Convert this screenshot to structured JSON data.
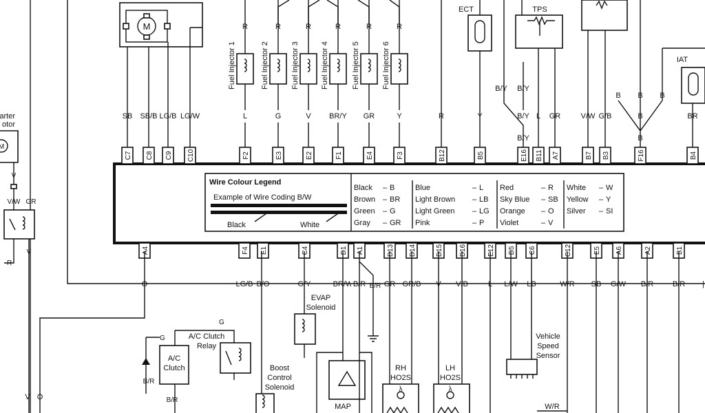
{
  "pins_top": [
    {
      "id": "C7",
      "wire": "SB"
    },
    {
      "id": "C8",
      "wire": "SB/B"
    },
    {
      "id": "C9",
      "wire": "LG/B"
    },
    {
      "id": "C10",
      "wire": "LG/W"
    },
    {
      "id": "F2",
      "wire": "L"
    },
    {
      "id": "E3",
      "wire": "G"
    },
    {
      "id": "E2",
      "wire": "V"
    },
    {
      "id": "F1",
      "wire": "BR/Y"
    },
    {
      "id": "E4",
      "wire": "GR"
    },
    {
      "id": "F3",
      "wire": "Y"
    },
    {
      "id": "B12",
      "wire": "R"
    },
    {
      "id": "B5",
      "wire": "Y"
    },
    {
      "id": "E16",
      "wire": "B/Y"
    },
    {
      "id": "B11",
      "wire": "L"
    },
    {
      "id": "A7",
      "wire": "GR"
    },
    {
      "id": "B7",
      "wire": "V/W"
    },
    {
      "id": "B3",
      "wire": "G/B"
    },
    {
      "id": "F16",
      "wire": "B"
    },
    {
      "id": "B4",
      "wire": "BR"
    }
  ],
  "pins_bottom": [
    {
      "id": "A4",
      "wire": "O"
    },
    {
      "id": "F4",
      "wire": "LG/B"
    },
    {
      "id": "E1",
      "wire": "B/O"
    },
    {
      "id": "C4",
      "wire": "G/Y"
    },
    {
      "id": "D1",
      "wire": "BR/W"
    },
    {
      "id": "A1",
      "wire": "B/R"
    },
    {
      "id": "D13",
      "wire": "GR"
    },
    {
      "id": "D14",
      "wire": "GR/B"
    },
    {
      "id": "D15",
      "wire": "V"
    },
    {
      "id": "D16",
      "wire": "V/B"
    },
    {
      "id": "E12",
      "wire": "L"
    },
    {
      "id": "D5",
      "wire": "L/W"
    },
    {
      "id": "C6",
      "wire": "LB"
    },
    {
      "id": "C12",
      "wire": "W/R"
    },
    {
      "id": "E5",
      "wire": "SB"
    },
    {
      "id": "A6",
      "wire": "G/W"
    },
    {
      "id": "A2",
      "wire": "B/R"
    },
    {
      "id": "B1",
      "wire": "B/R"
    }
  ],
  "injectors": [
    {
      "label": "Fuel Injector 1",
      "supply": "R"
    },
    {
      "label": "Fuel Injector 2",
      "supply": "R"
    },
    {
      "label": "Fuel Injector 3",
      "supply": "R"
    },
    {
      "label": "Fuel Injector 4",
      "supply": "R"
    },
    {
      "label": "Fuel Injector 5",
      "supply": "R"
    },
    {
      "label": "Fuel Injector 6",
      "supply": "R"
    }
  ],
  "components": {
    "ect": "ECT",
    "tps": "TPS",
    "iat": "IAT",
    "starter_a": "arter",
    "starter_b": "otor",
    "motor_glyph": "M",
    "evap_a": "EVAP",
    "evap_b": "Solenoid",
    "acrelay_a": "A/C Clutch",
    "acrelay_b": "Relay",
    "acclutch_a": "A/C",
    "acclutch_b": "Clutch",
    "boost_a": "Boost",
    "boost_b": "Control",
    "boost_c": "Solenoid",
    "map": "MAP",
    "rh_a": "RH",
    "rh_b": "HO2S",
    "lh_a": "LH",
    "lh_b": "HO2S",
    "lambda": "λ",
    "vss_a": "Vehicle",
    "vss_b": "Speed",
    "vss_c": "Sensor"
  },
  "misc_labels": {
    "tps_by1": "B/Y",
    "tps_by2": "B/Y",
    "tps_by3": "B/Y",
    "b1": "B",
    "b2": "B",
    "b3": "B",
    "b4": "B",
    "relay_v": "V",
    "relay_vw": "V/W",
    "relay_gr": "GR",
    "relay_v2": "V",
    "relay_r": "R",
    "a1_br": "B/R",
    "acr_g": "G",
    "acc_g": "G",
    "acc_br": "B/R",
    "acc_br2": "B/R",
    "bottom_v": "V",
    "bottom_o": "O",
    "bottom_wr": "W/R"
  },
  "legend": {
    "title": "Wire Colour Legend",
    "example": "Example of Wire Coding B/W",
    "black_label": "Black",
    "white_label": "White",
    "columns": [
      [
        {
          "name": "Black",
          "code": "B"
        },
        {
          "name": "Brown",
          "code": "BR"
        },
        {
          "name": "Green",
          "code": "G"
        },
        {
          "name": "Gray",
          "code": "GR"
        }
      ],
      [
        {
          "name": "Blue",
          "code": "L"
        },
        {
          "name": "Light Brown",
          "code": "LB"
        },
        {
          "name": "Light Green",
          "code": "LG"
        },
        {
          "name": "Pink",
          "code": "P"
        }
      ],
      [
        {
          "name": "Red",
          "code": "R"
        },
        {
          "name": "Sky Blue",
          "code": "SB"
        },
        {
          "name": "Orange",
          "code": "O"
        },
        {
          "name": "Violet",
          "code": "V"
        }
      ],
      [
        {
          "name": "White",
          "code": "W"
        },
        {
          "name": "Yellow",
          "code": "Y"
        },
        {
          "name": "Silver",
          "code": "SI"
        }
      ]
    ]
  }
}
